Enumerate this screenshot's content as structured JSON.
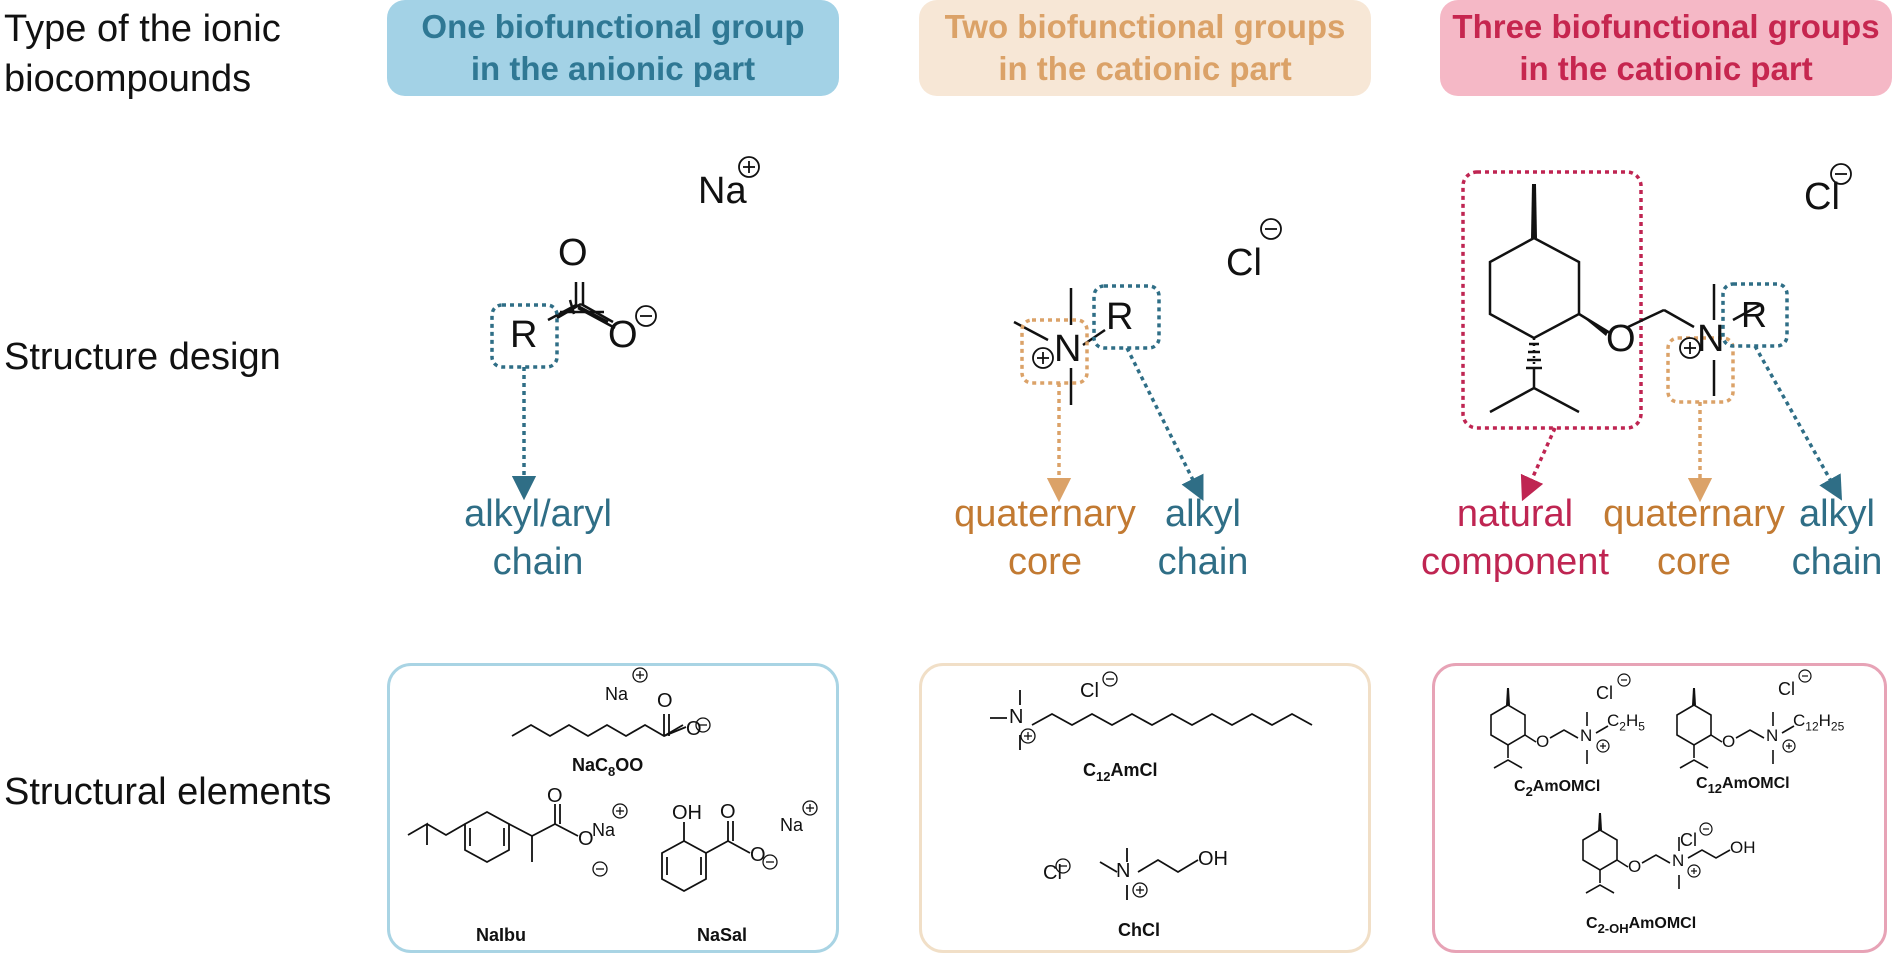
{
  "rows": {
    "type": [
      "Type of the ionic",
      "biocompounds"
    ],
    "structure": "Structure design",
    "elements": "Structural elements"
  },
  "groups": [
    {
      "line1": "One biofunctional group",
      "line2": "in the anionic part",
      "color": "#2f7894"
    },
    {
      "line1": "Two biofunctional groups",
      "line2": "in the cationic part",
      "color": "#dba268"
    },
    {
      "line1": "Three biofunctional groups",
      "line2": "in the cationic part",
      "color": "#c6264f"
    }
  ],
  "design": {
    "col1": {
      "counter_ion": "Na",
      "R": "R",
      "O_top": "O",
      "O_minus": "O",
      "caption": [
        "alkyl/aryl",
        "chain"
      ]
    },
    "col2": {
      "counter_ion": "Cl",
      "N": "N",
      "R": "R",
      "captions": [
        [
          "quaternary",
          "core"
        ],
        [
          "alkyl",
          "chain"
        ]
      ]
    },
    "col3": {
      "counter_ion": "Cl",
      "O": "O",
      "N": "N",
      "R": "R",
      "captions": [
        [
          "natural",
          "component"
        ],
        [
          "quaternary",
          "core"
        ],
        [
          "alkyl",
          "chain"
        ]
      ]
    }
  },
  "molecules": {
    "nac8oo": {
      "name_main": "NaC",
      "name_sub": "8",
      "name_end": "OO",
      "ion": "Na"
    },
    "naibu": {
      "name": "NaIbu",
      "ion": "Na"
    },
    "nasal": {
      "name": "NaSal",
      "ion": "Na",
      "oh": "OH"
    },
    "c12amcl": {
      "name_main": "C",
      "name_sub": "12",
      "name_end": "AmCl",
      "ion": "Cl",
      "n": "N"
    },
    "chcl": {
      "name": "ChCl",
      "ion": "Cl",
      "n": "N",
      "oh": "OH"
    },
    "c2amomcl": {
      "name_main": "C",
      "name_sub": "2",
      "name_end": "AmOMCl",
      "ion": "Cl",
      "chain": "C2H5"
    },
    "c12amomcl": {
      "name_main": "C",
      "name_sub": "12",
      "name_end": "AmOMCl",
      "ion": "Cl",
      "chain": "C12H25"
    },
    "c2ohamomcl": {
      "name_main": "C",
      "name_sub": "2-OH",
      "name_end": "AmOMCl",
      "ion": "Cl",
      "oh": "OH"
    }
  },
  "colors": {
    "teal": "#2f6e86",
    "orange": "#c27a32",
    "crimson": "#bf2552",
    "tan": "#dba268"
  }
}
